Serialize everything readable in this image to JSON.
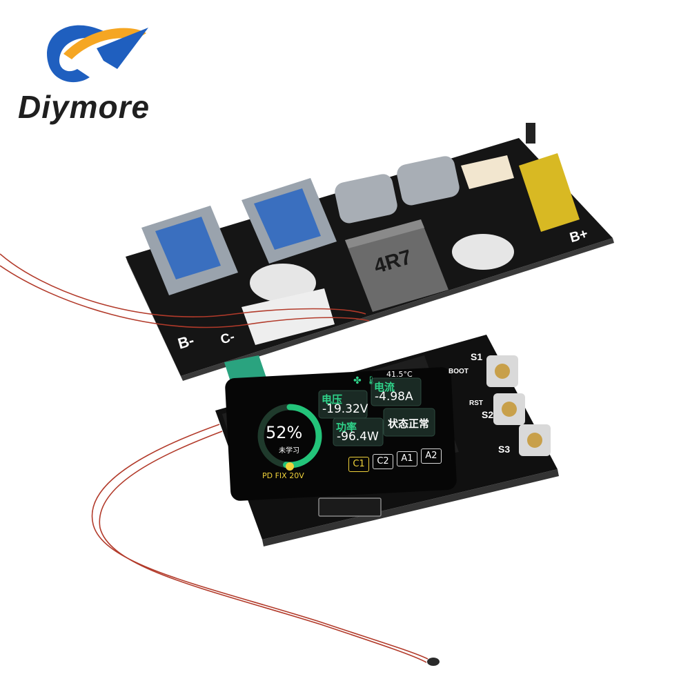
{
  "brand": {
    "name": "Diymore",
    "logo_colors": {
      "blue": "#1f5fbf",
      "orange": "#f5a623"
    }
  },
  "board": {
    "silkscreen": {
      "b_minus": "B-",
      "c_minus": "C-",
      "b_plus": "B+",
      "inductor": "4R7",
      "s1": "S1",
      "s2": "S2",
      "s3": "S3",
      "boot": "BOOT",
      "rst": "RST"
    }
  },
  "display": {
    "battery_percent": "52%",
    "battery_level": 0.52,
    "learn_status": "未学习",
    "pd_mode": "PD FIX 20V",
    "temperature": "41.5°C",
    "voltage_label": "电压",
    "voltage_value": "-19.32V",
    "current_label": "电流",
    "current_value": "-4.98A",
    "power_label": "功率",
    "power_value": "-96.4W",
    "status_text": "状态正常",
    "tabs": [
      "C1",
      "C2",
      "A1",
      "A2"
    ],
    "accent": "#2fd38a",
    "ring_color": "#23c47a",
    "pd_color": "#f0d23a"
  }
}
